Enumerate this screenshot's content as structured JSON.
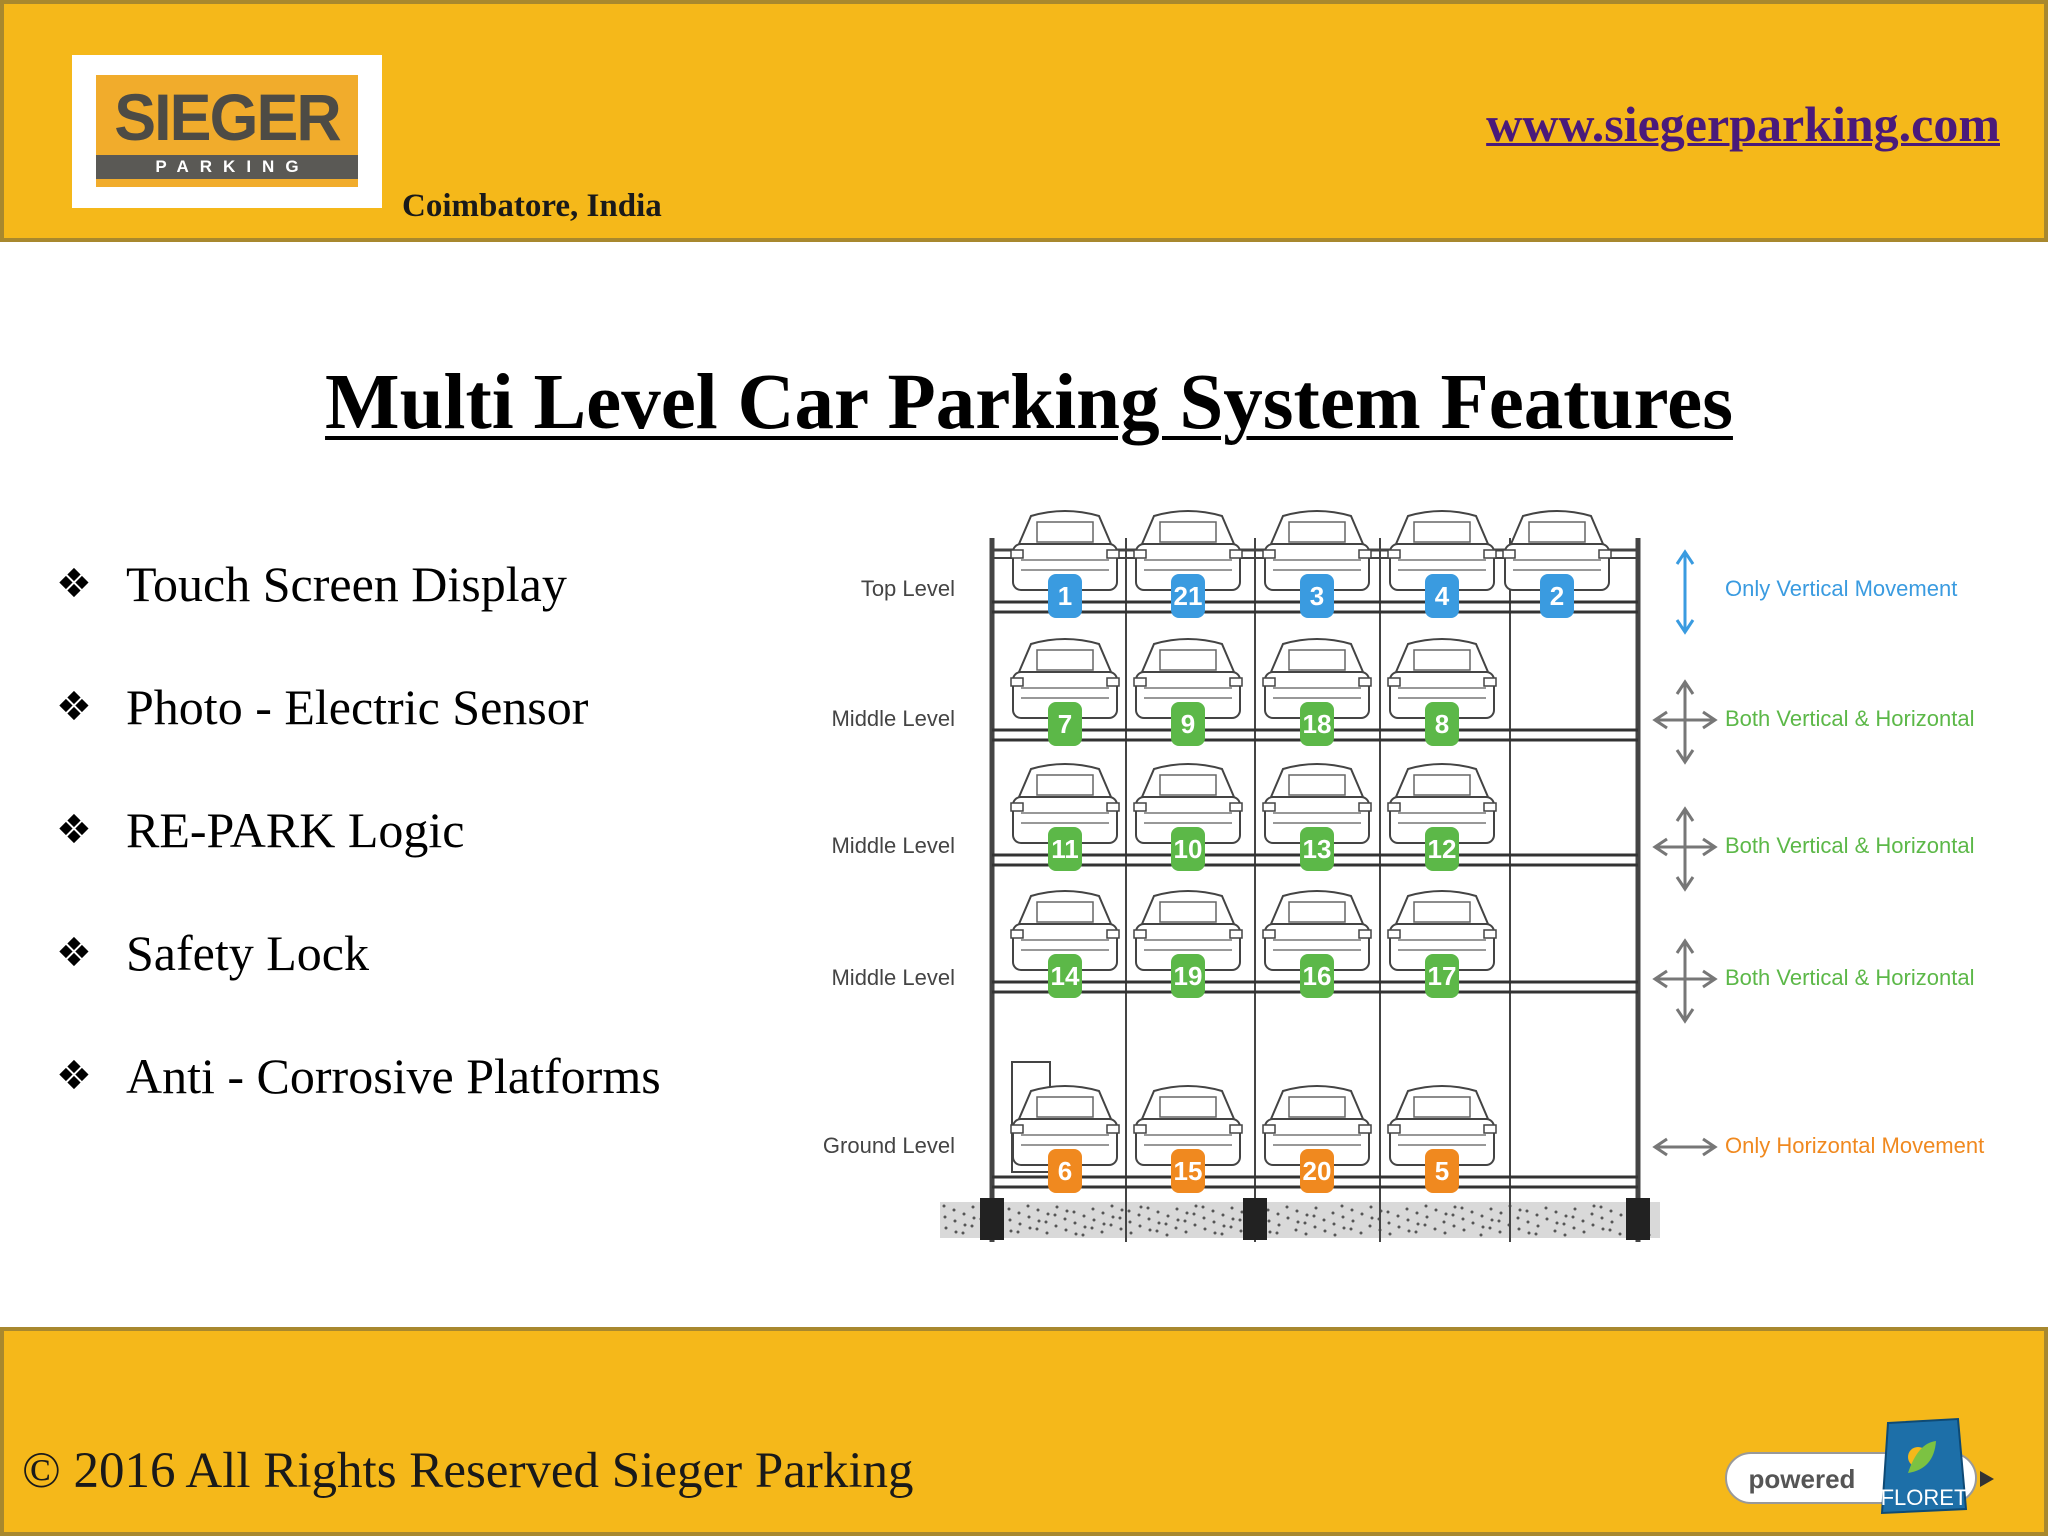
{
  "header": {
    "logo_word": "SIEGER",
    "logo_sub": "PARKING",
    "location": "Coimbatore, India",
    "website": "www.siegerparking.com"
  },
  "title": "Multi Level Car Parking System Features",
  "features": [
    "Touch Screen Display",
    "Photo - Electric Sensor",
    "RE-PARK Logic",
    "Safety Lock",
    "Anti - Corrosive Platforms"
  ],
  "diagram": {
    "levels": [
      {
        "label": "Top Level",
        "movement": "Only Vertical Movement",
        "slots": [
          "1",
          "21",
          "3",
          "4",
          "2"
        ],
        "color": "#3a9be0",
        "arrow": "vertical"
      },
      {
        "label": "Middle Level",
        "movement": "Both Vertical & Horizontal",
        "slots": [
          "7",
          "9",
          "18",
          "8"
        ],
        "color": "#5cb848",
        "arrow": "both"
      },
      {
        "label": "Middle Level",
        "movement": "Both Vertical & Horizontal",
        "slots": [
          "11",
          "10",
          "13",
          "12"
        ],
        "color": "#5cb848",
        "arrow": "both"
      },
      {
        "label": "Middle Level",
        "movement": "Both Vertical & Horizontal",
        "slots": [
          "14",
          "19",
          "16",
          "17"
        ],
        "color": "#5cb848",
        "arrow": "both"
      },
      {
        "label": "Ground Level",
        "movement": "Only Horizontal Movement",
        "slots": [
          "6",
          "15",
          "20",
          "5"
        ],
        "color": "#f0891f",
        "arrow": "horizontal"
      }
    ]
  },
  "footer": {
    "copyright": "© 2016 All Rights Reserved Sieger Parking",
    "powered_text": "powered",
    "powered_brand": "FLORET"
  },
  "colors": {
    "band": "#f5b81a",
    "band_border": "#a8882e",
    "link": "#4a1a7a"
  }
}
